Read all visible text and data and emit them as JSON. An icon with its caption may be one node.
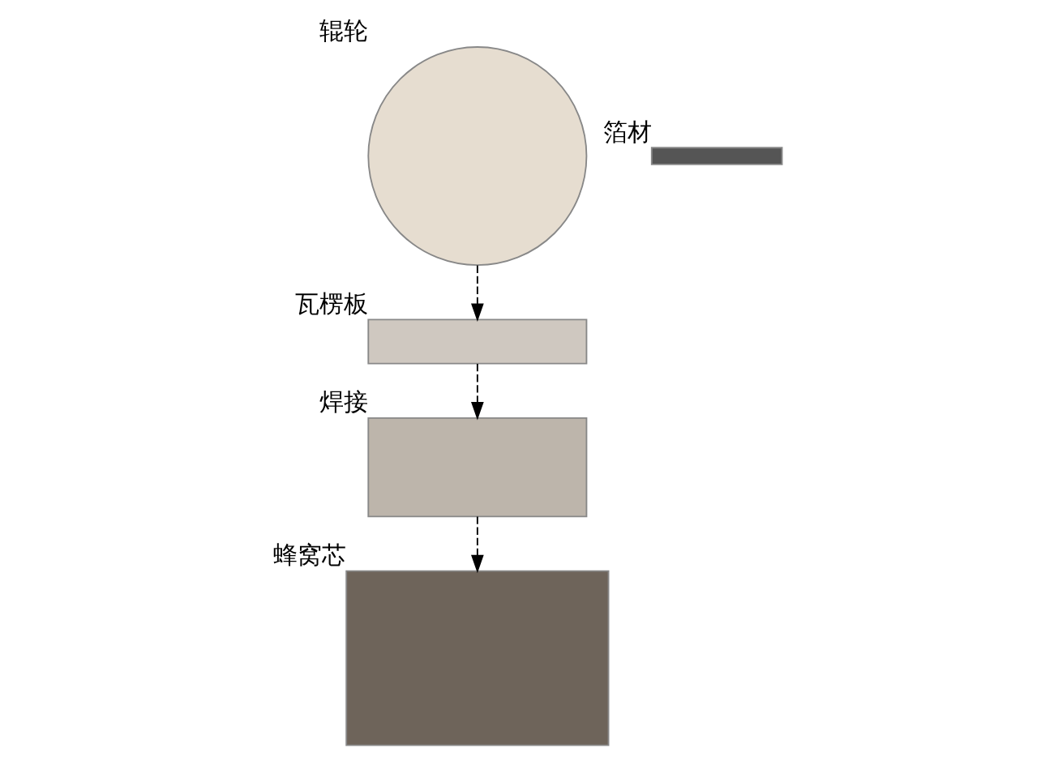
{
  "diagram": {
    "nodes": [
      {
        "text": [],
        "shape": "circle",
        "beside": [
          "辊轮"
        ]
      },
      {
        "text": [],
        "shape": "bar",
        "beside": [
          "箔材"
        ]
      },
      {
        "text": [],
        "shape": "box",
        "beside": [
          "瓦楞板"
        ]
      },
      {
        "text": [],
        "shape": "box",
        "beside": [
          "焊接"
        ]
      },
      {
        "text": [],
        "shape": "box",
        "beside": [
          "蜂窝芯"
        ]
      }
    ],
    "edges": [
      {
        "from": 0,
        "to": 2,
        "arrow": "to",
        "style": "dashed"
      },
      {
        "from": 2,
        "to": 3,
        "arrow": "to",
        "style": "dashed"
      },
      {
        "from": 3,
        "to": 4,
        "arrow": "to",
        "style": "dashed"
      }
    ]
  }
}
